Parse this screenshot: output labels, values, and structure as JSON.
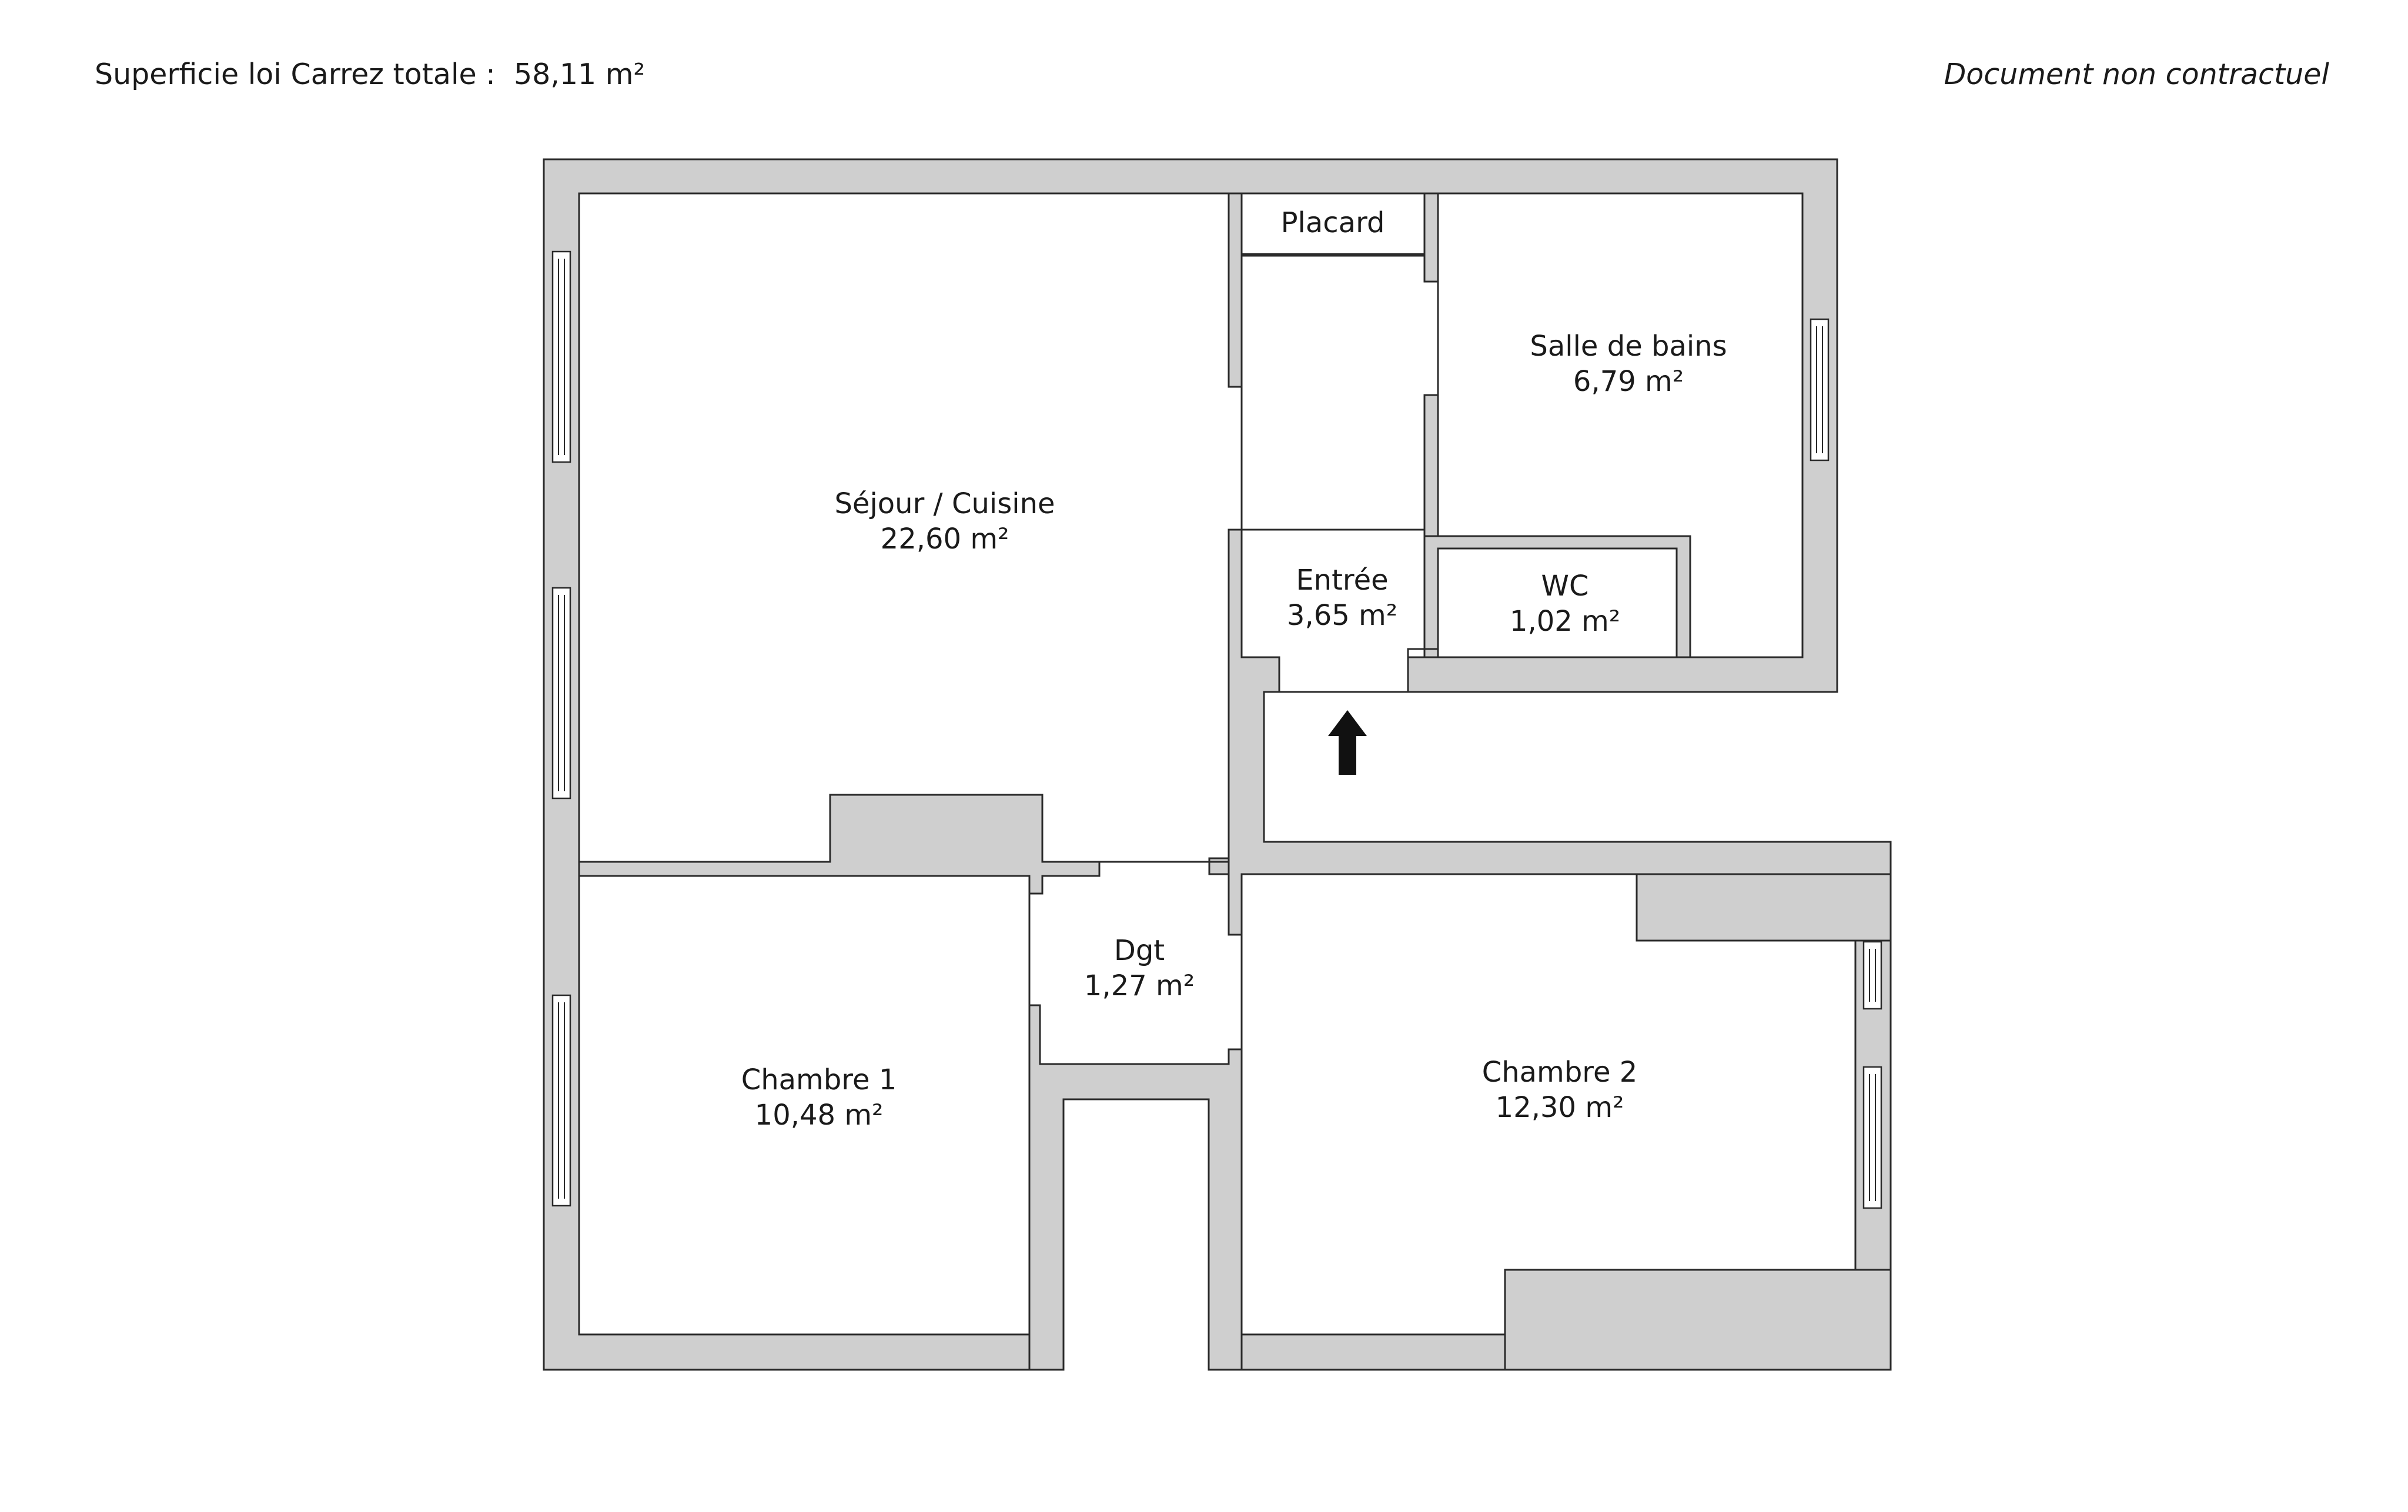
{
  "header": {
    "total_area": "Superficie loi Carrez totale :  58,11 m²",
    "disclaimer": "Document non contractuel"
  },
  "rooms": {
    "sejour": {
      "name": "Séjour / Cuisine",
      "area": "22,60 m²"
    },
    "placard": {
      "name": "Placard"
    },
    "salle_de_bains": {
      "name": "Salle de bains",
      "area": "6,79 m²"
    },
    "entree": {
      "name": "Entrée",
      "area": "3,65 m²"
    },
    "wc": {
      "name": "WC",
      "area": "1,02 m²"
    },
    "dgt": {
      "name": "Dgt",
      "area": "1,27 m²"
    },
    "chambre1": {
      "name": "Chambre 1",
      "area": "10,48 m²"
    },
    "chambre2": {
      "name": "Chambre 2",
      "area": "12,30 m²"
    }
  },
  "icons": {
    "entrance": "entrance-arrow-icon"
  }
}
